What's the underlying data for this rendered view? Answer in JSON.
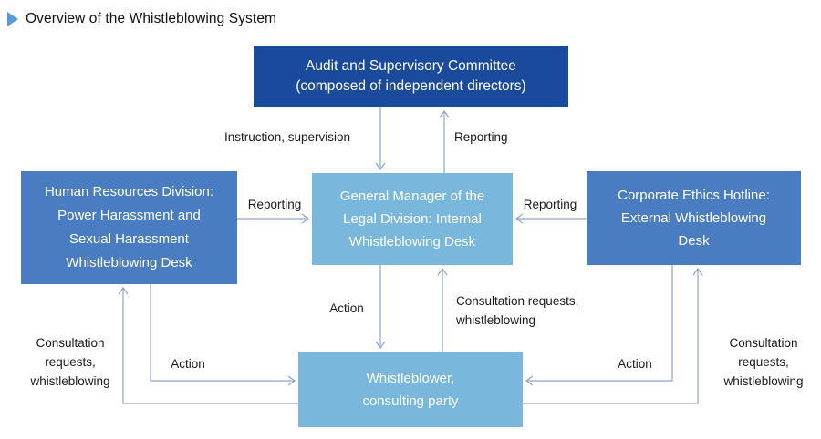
{
  "title": {
    "text": "Overview of the Whistleblowing System"
  },
  "colors": {
    "dark_blue": "#1a4a9c",
    "medium_blue": "#4a7cc2",
    "light_blue": "#79b7dd",
    "line": "#8fa5ce",
    "title_marker": "#5b9bd5",
    "label_text": "#1a1a1a"
  },
  "nodes": {
    "audit": {
      "label": "Audit and Supervisory Committee\n(composed of independent directors)"
    },
    "hr": {
      "label": "Human Resources Division:\nPower Harassment and\nSexual Harassment\nWhistleblowing Desk"
    },
    "legal": {
      "label": "General Manager of the\nLegal Division: Internal\nWhistleblowing Desk"
    },
    "ethics": {
      "label": "Corporate Ethics Hotline:\nExternal Whistleblowing\nDesk"
    },
    "whistleblower": {
      "label": "Whistleblower,\nconsulting party"
    }
  },
  "edge_labels": {
    "instruction_supervision": "Instruction, supervision",
    "reporting_top": "Reporting",
    "reporting_left": "Reporting",
    "reporting_right": "Reporting",
    "action_mid": "Action",
    "action_left": "Action",
    "action_right": "Action",
    "consultation_mid": "Consultation requests,\nwhistleblowing",
    "consultation_left": "Consultation\nrequests,\nwhistleblowing",
    "consultation_right": "Consultation\nrequests,\nwhistleblowing"
  }
}
